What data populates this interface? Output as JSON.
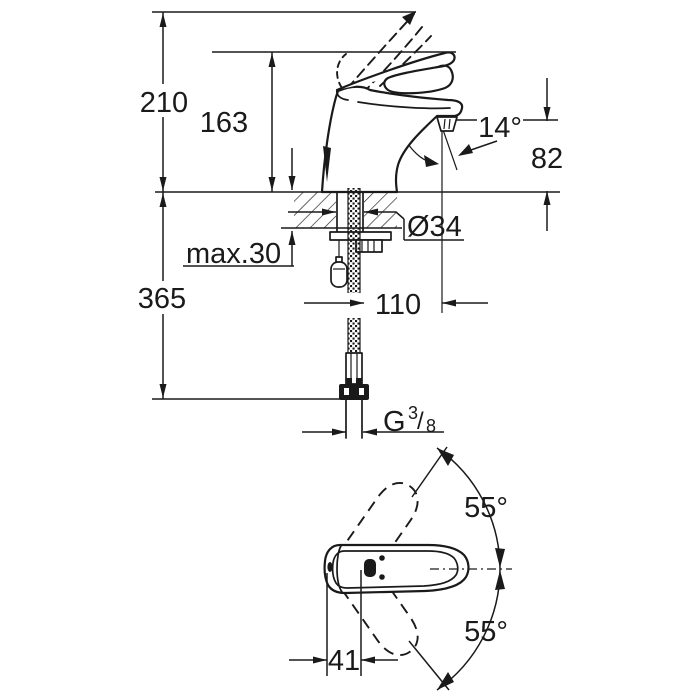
{
  "drawing": {
    "kind": "technical-dimension-drawing",
    "subject": "single-lever basin mixer faucet, side view with mounting cross-section and top view of handle swivel range",
    "units": "mm",
    "colors": {
      "line": "#1a1a1a",
      "background": "#ffffff"
    }
  },
  "labels": {
    "height_total": "210",
    "height_lever": "163",
    "spout_angle": "14°",
    "spout_height": "82",
    "hole_diameter": "Ø34",
    "max_deck_thickness": "max.30",
    "hose_length": "365",
    "spout_projection": "110",
    "thread_G": "G",
    "thread_sup": "3",
    "thread_slash": "/",
    "thread_sub": "8",
    "swivel_top": "55°",
    "swivel_bottom": "55°",
    "handle_offset": "41"
  }
}
